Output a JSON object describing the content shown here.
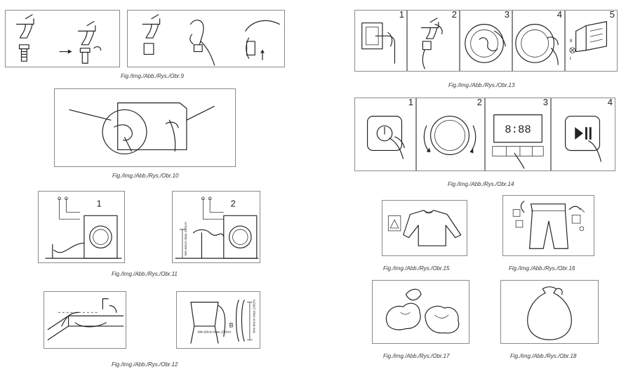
{
  "captions": {
    "fig9": "Fig./Img./Abb./Rys./Obr.9",
    "fig10": "Fig./Img./Abb./Rys./Obr.10",
    "fig11": "Fig./Img./Abb./Rys./Obr.11",
    "fig12": "Fig./Img./Abb./Rys./Obr.12",
    "fig13": "Fig./Img./Abb./Rys./Obr.13",
    "fig14": "Fig./Img./Abb./Rys./Obr.14",
    "fig15": "Fig./Img./Abb./Rys./Obr.15",
    "fig16": "Fig./Img./Abb./Rys./Obr.16",
    "fig17": "Fig./Img./Abb./Rys./Obr.17",
    "fig18": "Fig./Img./Abb./Rys./Obr.18"
  },
  "fig11": {
    "step1": "1",
    "step2": "2",
    "height_label": "Min.60cm Max.100cm"
  },
  "fig12": {
    "height_label": "Min.60cm Max.100cm",
    "b_label": "B",
    "hose_label": "Min.60cm Max.100cm"
  },
  "fig13": {
    "steps": [
      "1",
      "2",
      "3",
      "4",
      "5"
    ],
    "drawer_label_2": "II",
    "drawer_label_1": "I"
  },
  "fig14": {
    "steps": [
      "1",
      "2",
      "3",
      "4"
    ],
    "display": "8:88"
  }
}
